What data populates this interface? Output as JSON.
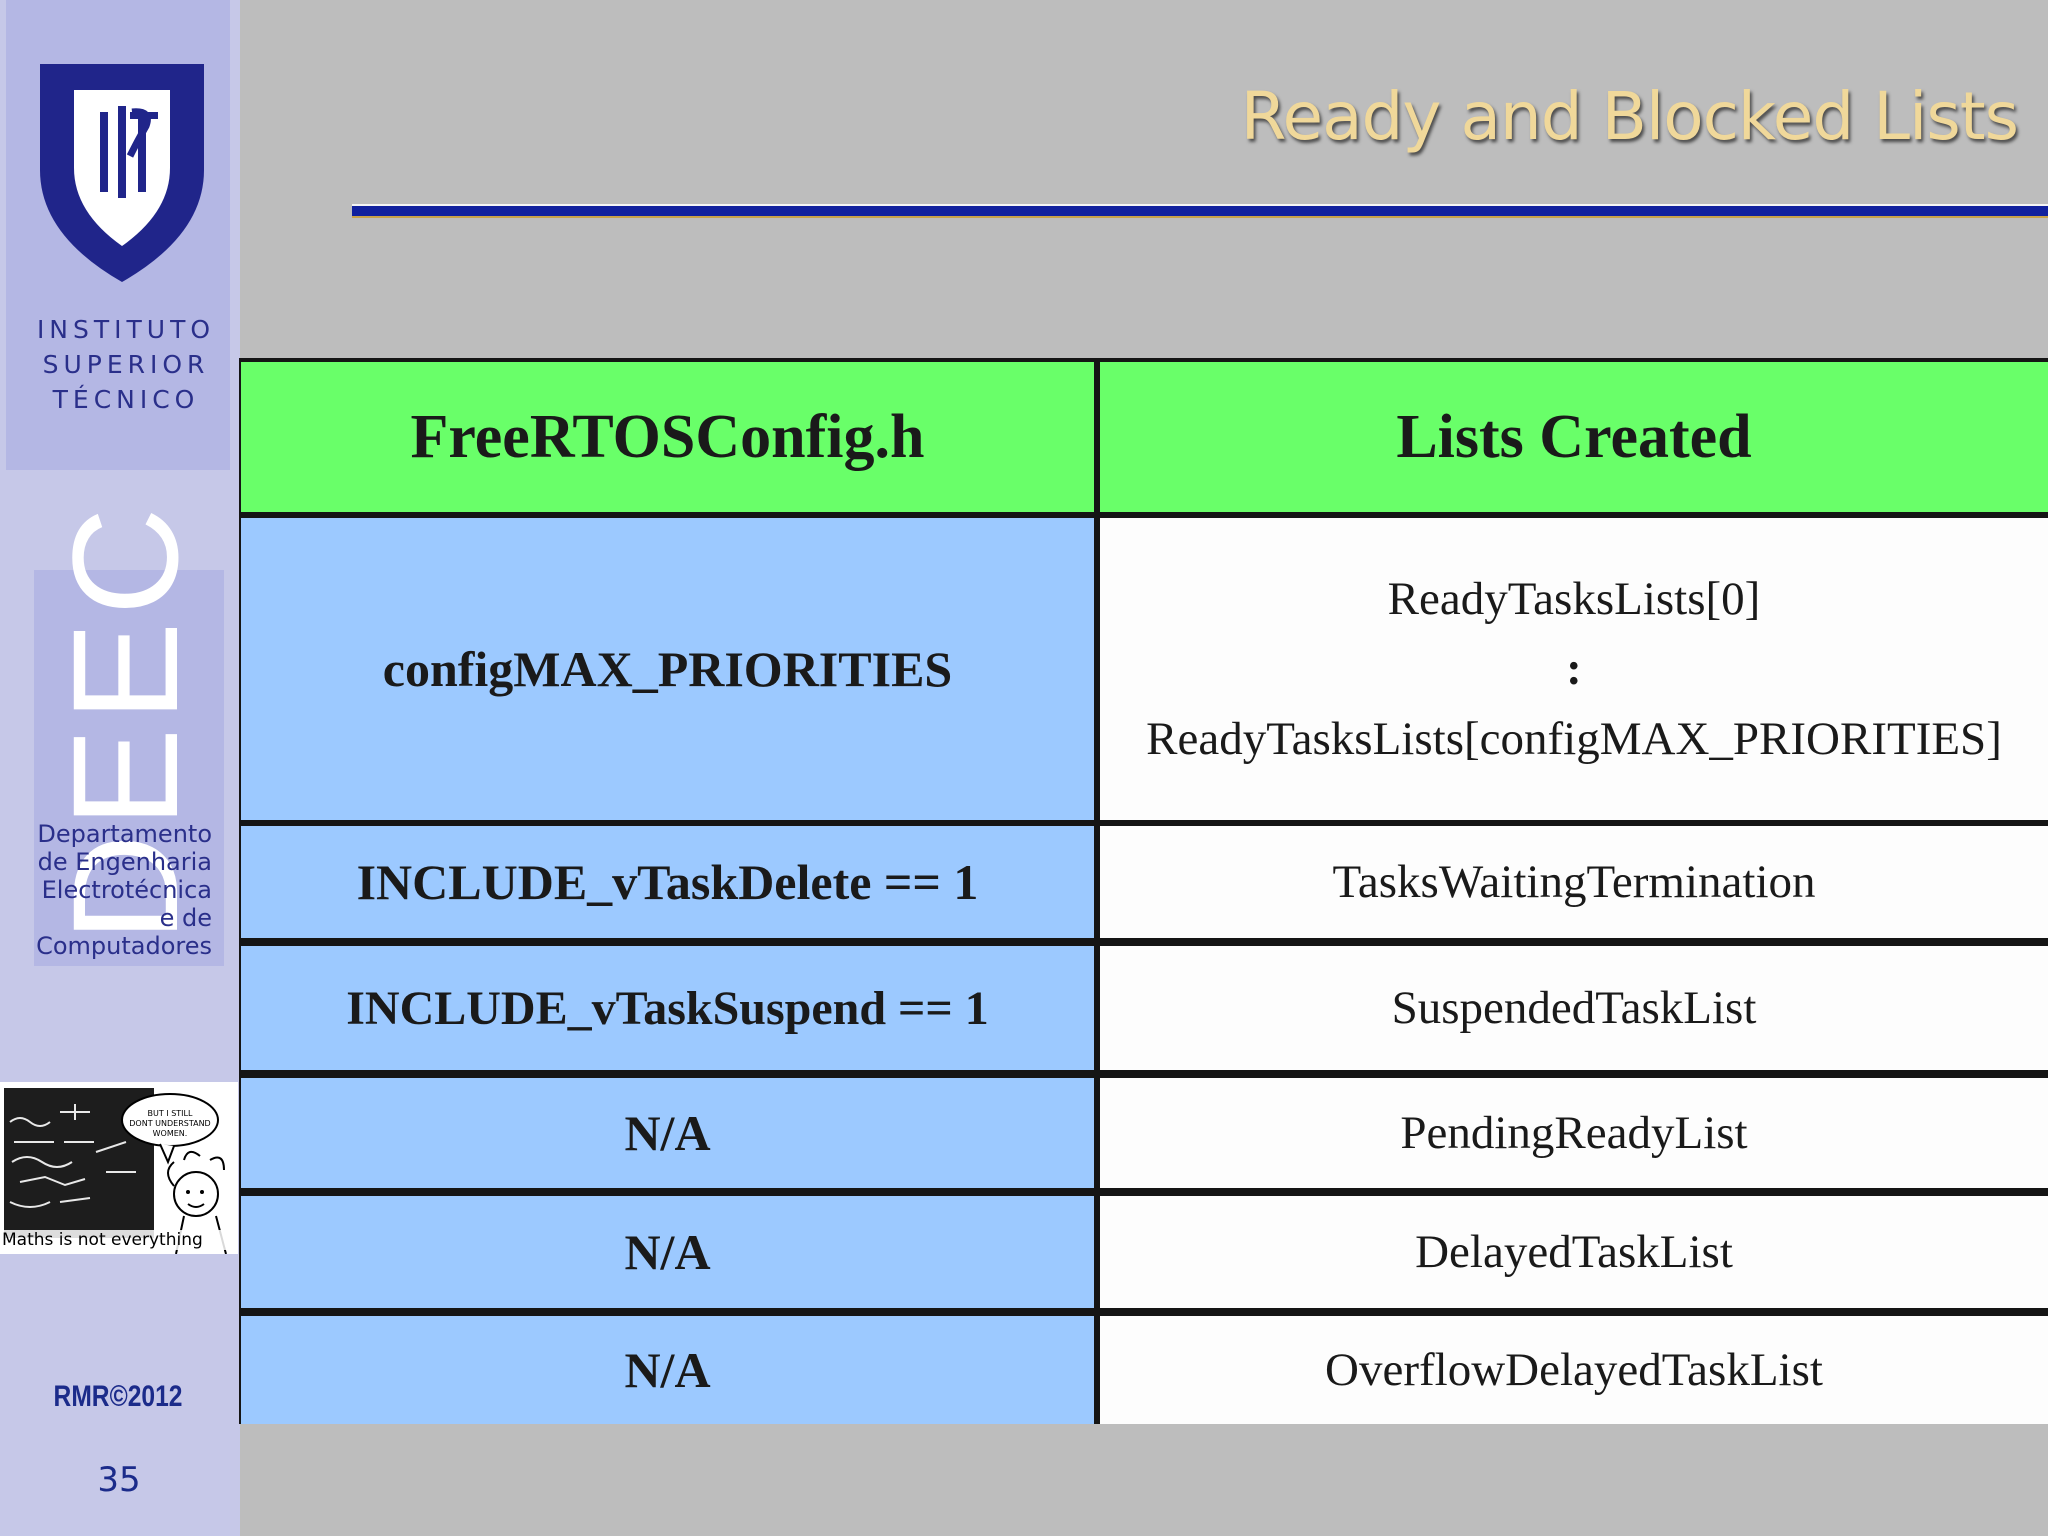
{
  "slide": {
    "title": "Ready and Blocked Lists",
    "copyright": "RMR©2012",
    "page_number": "35"
  },
  "sidebar": {
    "ist_logo": {
      "monogram": "IST",
      "lines": [
        "INSTITUTO",
        "SUPERIOR",
        "TÉCNICO"
      ]
    },
    "deec_logo": {
      "letters": "DEEC",
      "lines": [
        "Departamento",
        "de Engenharia",
        "Electrotécnica",
        "e de",
        "Computadores"
      ]
    },
    "cartoon": {
      "speech": "BUT I STILL DONT UNDERSTAND WOMEN.",
      "caption": "Maths is not everything"
    }
  },
  "table": {
    "headers": [
      "FreeRTOSConfig.h",
      "Lists Created"
    ],
    "rows": [
      {
        "config": "configMAX_PRIORITIES",
        "lists": [
          "ReadyTasksLists[0]",
          ":",
          "ReadyTasksLists[configMAX_PRIORITIES]"
        ]
      },
      {
        "config": "INCLUDE_vTaskDelete == 1",
        "lists": [
          "TasksWaitingTermination"
        ]
      },
      {
        "config": "INCLUDE_vTaskSuspend == 1",
        "lists": [
          "SuspendedTaskList"
        ]
      },
      {
        "config": "N/A",
        "lists": [
          "PendingReadyList"
        ]
      },
      {
        "config": "N/A",
        "lists": [
          "DelayedTaskList"
        ]
      },
      {
        "config": "N/A",
        "lists": [
          "OverflowDelayedTaskList"
        ]
      }
    ]
  },
  "colors": {
    "header_bg": "#69ff69",
    "config_bg": "#9cc9ff",
    "list_bg": "#fdfdfd",
    "title_color": "#f0d89a",
    "rule_color": "#11219e",
    "sidebar_bg": "#c6c8e8",
    "brand_blue": "#1b2b8a"
  }
}
